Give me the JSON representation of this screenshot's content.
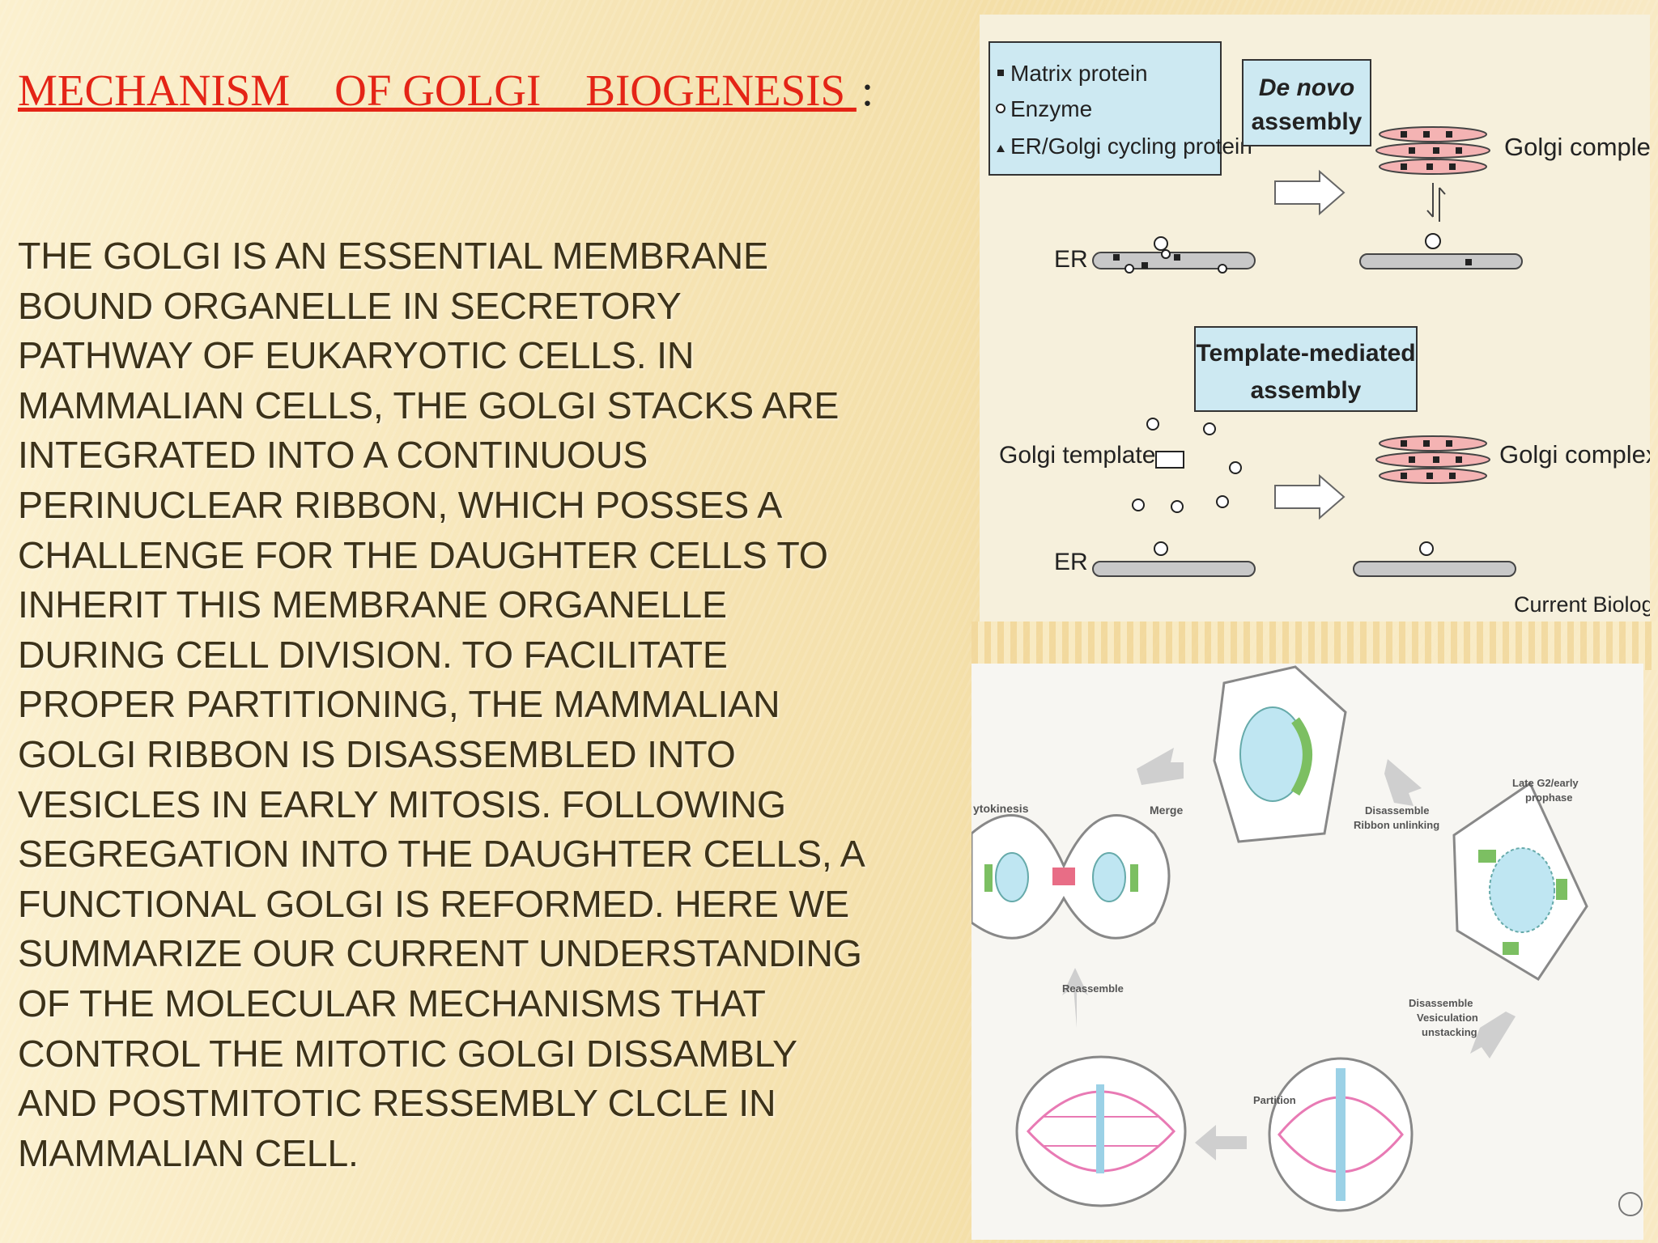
{
  "slide": {
    "title": "MECHANISM    OF GOLGI    BIOGENESIS ",
    "title_colon": ":",
    "body_lines": [
      "THE GOLGI IS AN ESSENTIAL MEMBRANE",
      "BOUND ORGANELLE IN SECRETORY",
      "PATHWAY OF EUKARYOTIC CELLS. IN",
      "MAMMALIAN CELLS, THE GOLGI STACKS ARE",
      "INTEGRATED INTO A CONTINUOUS",
      "PERINUCLEAR RIBBON, WHICH POSSES A",
      "CHALLENGE FOR THE DAUGHTER CELLS TO",
      "INHERIT THIS MEMBRANE ORGANELLE",
      "DURING CELL DIVISION. TO FACILITATE",
      "PROPER PARTITIONING, THE MAMMALIAN",
      "GOLGI RIBBON IS DISASSEMBLED INTO",
      "VESICLES IN EARLY MITOSIS. FOLLOWING",
      "SEGREGATION INTO THE DAUGHTER CELLS, A",
      "FUNCTIONAL GOLGI IS REFORMED. HERE WE",
      "SUMMARIZE OUR CURRENT UNDERSTANDING",
      "OF THE MOLECULAR MECHANISMS THAT",
      "CONTROL THE MITOTIC GOLGI DISSAMBLY",
      "AND POSTMITOTIC RESSEMBLY CLCLE IN",
      "MAMMALIAN CELL."
    ],
    "title_color": "#e42416",
    "body_color": "#3c3219"
  },
  "figure1": {
    "legend": [
      "Matrix protein",
      "Enzyme",
      "ER/Golgi cycling protein"
    ],
    "de_novo_line1": "De novo",
    "de_novo_line2": "assembly",
    "template_line1": "Template-mediated",
    "template_line2": "assembly",
    "golgi_complex_1": "Golgi complex",
    "golgi_complex_2": "Golgi complex",
    "er_1": "ER",
    "er_2": "ER",
    "golgi_template": "Golgi template",
    "credit": "Current Biology",
    "box_color": "#cde9f2"
  },
  "figure2": {
    "labels": {
      "cytokinesis": "ytokinesis",
      "merge": "Merge",
      "disassemble_top": "Disassemble",
      "ribbon_unlinking": "Ribbon unlinking",
      "late_g2": "Late G2/early",
      "prophase": "prophase",
      "reassemble": "Reassemble",
      "disassemble_bottom": "Disassemble",
      "vesiculation": "Vesiculation",
      "unstacking": "unstacking",
      "partition": "Partition"
    }
  }
}
